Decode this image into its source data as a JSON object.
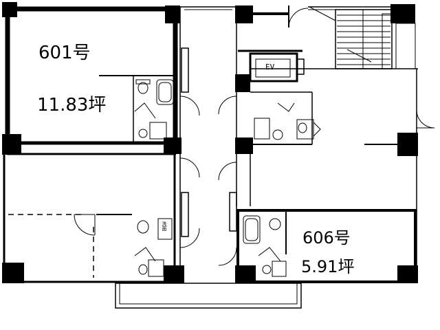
{
  "units": [
    {
      "id": "601",
      "number": "601号",
      "area": "11.83坪"
    },
    {
      "id": "606",
      "number": "606号",
      "area": "5.91坪"
    }
  ],
  "elevator": {
    "label": "EV"
  },
  "washroom": {
    "label": "洗面"
  },
  "colors": {
    "wall": "#000000",
    "line": "#000000",
    "background": "#ffffff"
  }
}
